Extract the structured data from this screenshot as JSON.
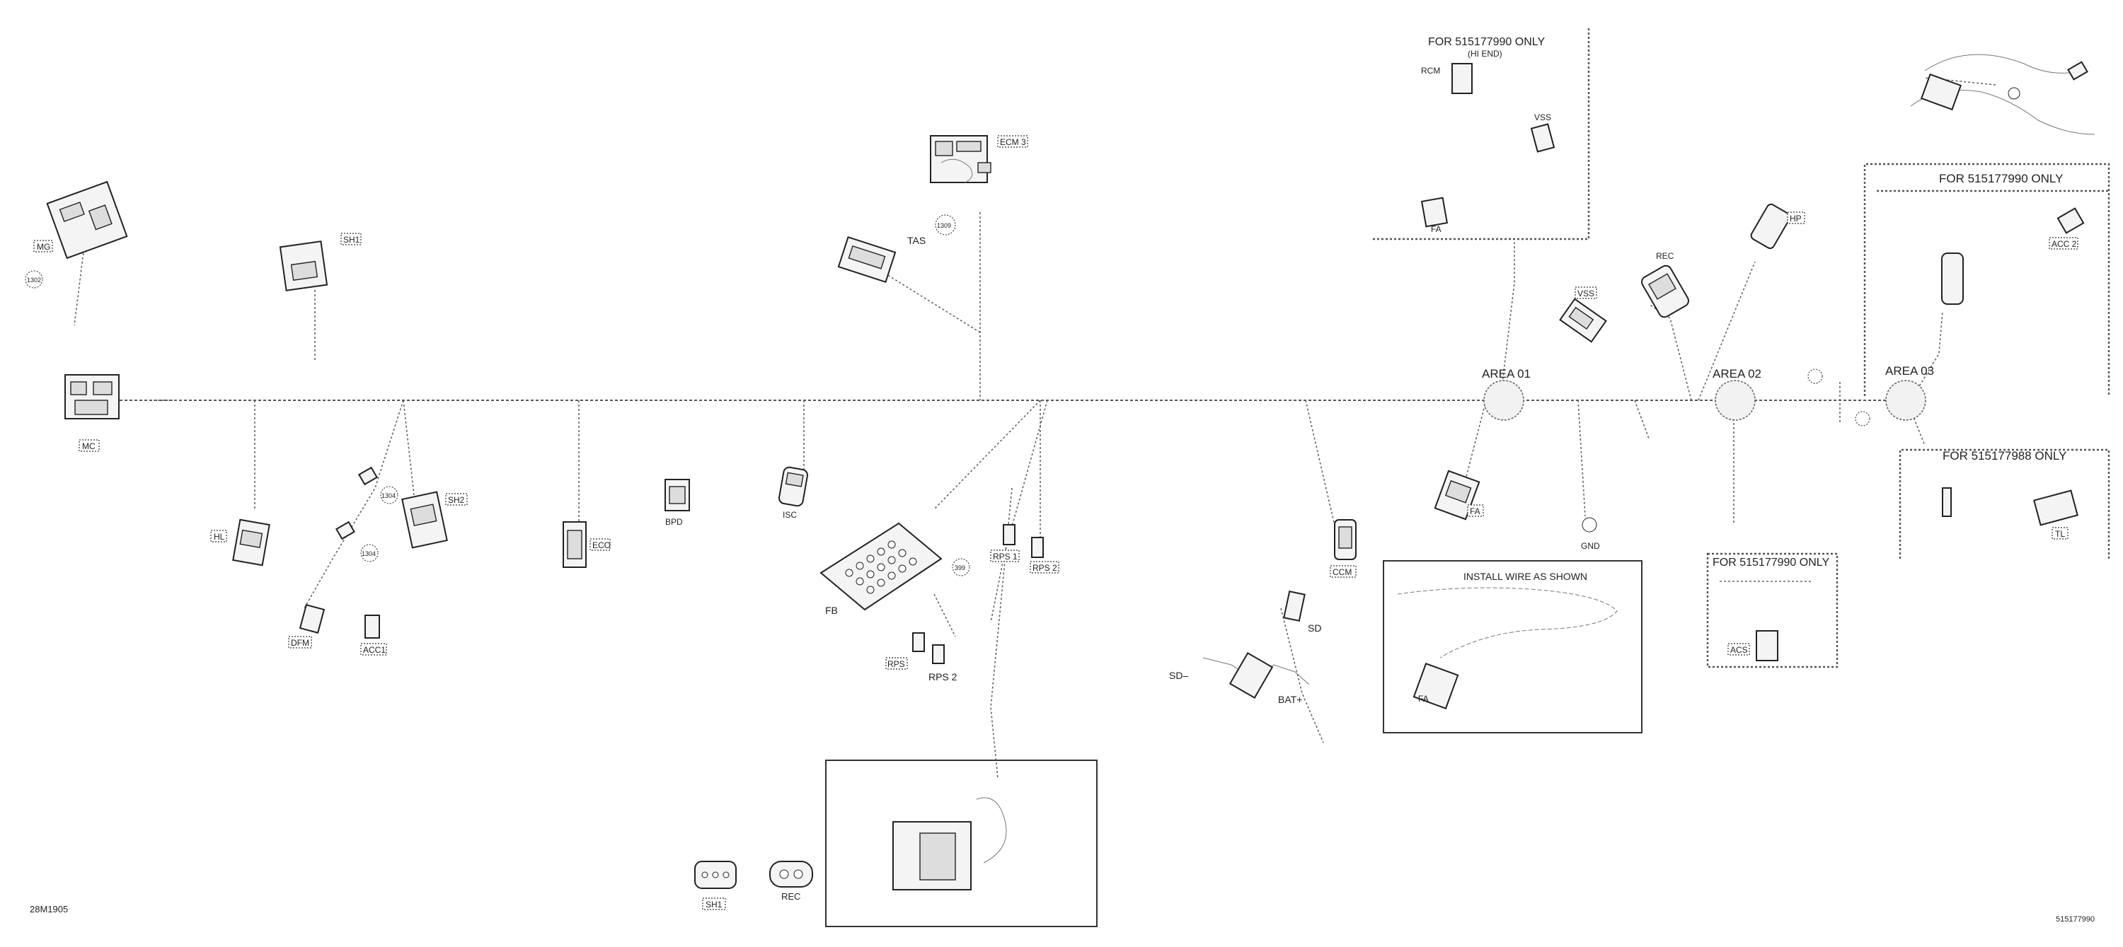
{
  "diagram_id": "28M1905",
  "part_number": "515177990",
  "labels": {
    "mg": "MG",
    "sh1_top": "SH1",
    "mc": "MC",
    "hl": "HL",
    "dfm": "DFM",
    "acc1": "ACC1",
    "sh2": "SH2",
    "eco": "ECO",
    "bpd": "BPD",
    "isc": "ISC",
    "ecm": "ECM 3",
    "tas": "TAS",
    "fb": "FB",
    "rps1": "RPS 1",
    "rps2a": "RPS 2",
    "rps": "RPS",
    "rps2b": "RPS 2",
    "ccm": "CCM",
    "sd": "SD",
    "sd_minus": "SD–",
    "bat_plus": "BAT+",
    "rcm": "RCM",
    "vss_top": "VSS",
    "fa_top": "FA",
    "vss": "VSS",
    "rec": "REC",
    "hp": "HP",
    "gnd": "GND",
    "fa": "FA",
    "fa_inset": "FA",
    "acs": "ACS",
    "acc2": "ACC 2",
    "tl": "TL",
    "sh1_bottom": "SH1",
    "rec_bottom": "REC"
  },
  "circles": {
    "c1302": "1302",
    "c1309": "1309",
    "c1304a": "1304",
    "c1304b": "1304",
    "c399": "399"
  },
  "areas": {
    "area01": "AREA 01",
    "area02": "AREA 02",
    "area03": "AREA 03"
  },
  "boxes": {
    "for_515177990_hi_end": "FOR 515177990 ONLY",
    "hi_end": "(HI END)",
    "for_515177990_right": "FOR 515177990 ONLY",
    "for_515177988": "FOR 515177988 ONLY",
    "for_515177990_acs": "FOR 515177990 ONLY",
    "install_wire": "INSTALL WIRE AS SHOWN"
  }
}
